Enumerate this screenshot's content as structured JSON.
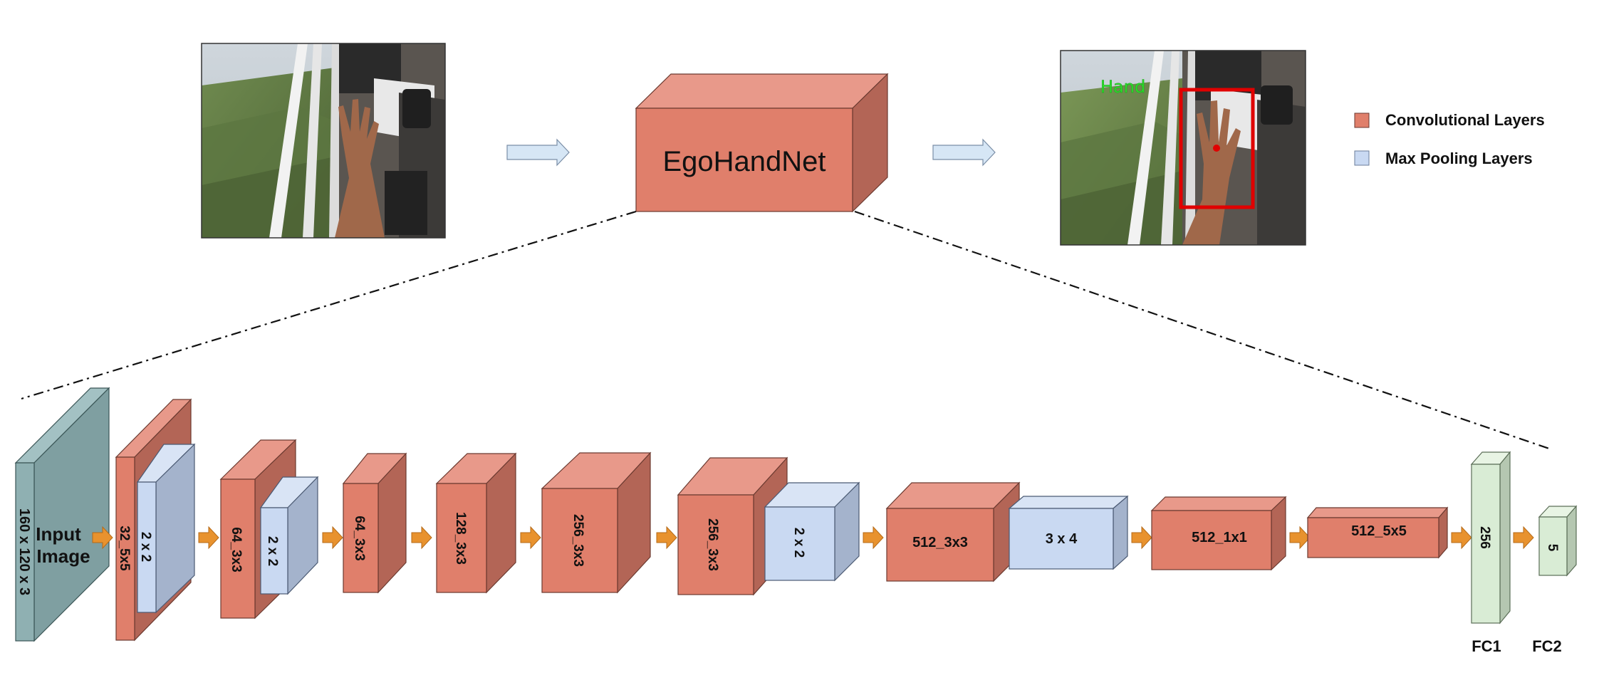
{
  "top": {
    "network_name": "EgoHandNet",
    "detection_label": "Hand"
  },
  "legend": {
    "items": [
      {
        "label": "Convolutional Layers",
        "color": "#e07f6b"
      },
      {
        "label": "Max Pooling Layers",
        "color": "#c9d9f2"
      }
    ]
  },
  "colors": {
    "conv_front": "#e07f6b",
    "conv_top": "#e8998a",
    "conv_side": "#b36556",
    "pool_front": "#c9d9f2",
    "pool_top": "#d9e4f5",
    "pool_side": "#a4b3cc",
    "input_front": "#7f9fa1",
    "input_top": "#a3c1c3",
    "fc_front": "#d9ecd5",
    "fc_top": "#e8f4e4",
    "fc_side": "#b5c7b1",
    "arrow": "#e8922e",
    "big_arrow": "#d6e6f5",
    "box_red": "#e00000",
    "hand_green": "#2ee02e"
  },
  "pipeline": {
    "input": {
      "text_line1": "Input",
      "text_line2": "Image",
      "dims": "160 x 120 x 3"
    },
    "layers": [
      {
        "type": "conv",
        "label": "32_5x5"
      },
      {
        "type": "pool",
        "label": "2 x 2"
      },
      {
        "type": "conv",
        "label": "64_3x3"
      },
      {
        "type": "pool",
        "label": "2 x 2"
      },
      {
        "type": "conv",
        "label": "64_3x3"
      },
      {
        "type": "conv",
        "label": "128_3x3"
      },
      {
        "type": "conv",
        "label": "256_3x3"
      },
      {
        "type": "conv",
        "label": "256_3x3"
      },
      {
        "type": "pool",
        "label": "2 x 2"
      },
      {
        "type": "conv",
        "label": "512_3x3"
      },
      {
        "type": "pool",
        "label": "3 x 4"
      },
      {
        "type": "conv",
        "label": "512_1x1"
      },
      {
        "type": "conv",
        "label": "512_5x5"
      },
      {
        "type": "fc",
        "label": "256",
        "name": "FC1"
      },
      {
        "type": "fc",
        "label": "5",
        "name": "FC2"
      }
    ]
  }
}
